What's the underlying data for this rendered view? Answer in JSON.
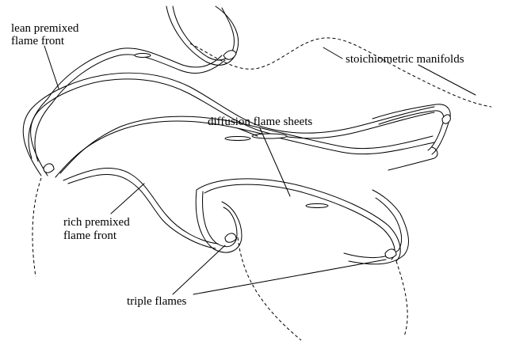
{
  "labels": {
    "lean_line1": "lean premixed",
    "lean_line2": "flame front",
    "stoich": "stoichiometric manifolds",
    "diffusion": "diffusion flame sheets",
    "rich_line1": "rich premixed",
    "rich_line2": "flame front",
    "triple": "triple flames"
  }
}
